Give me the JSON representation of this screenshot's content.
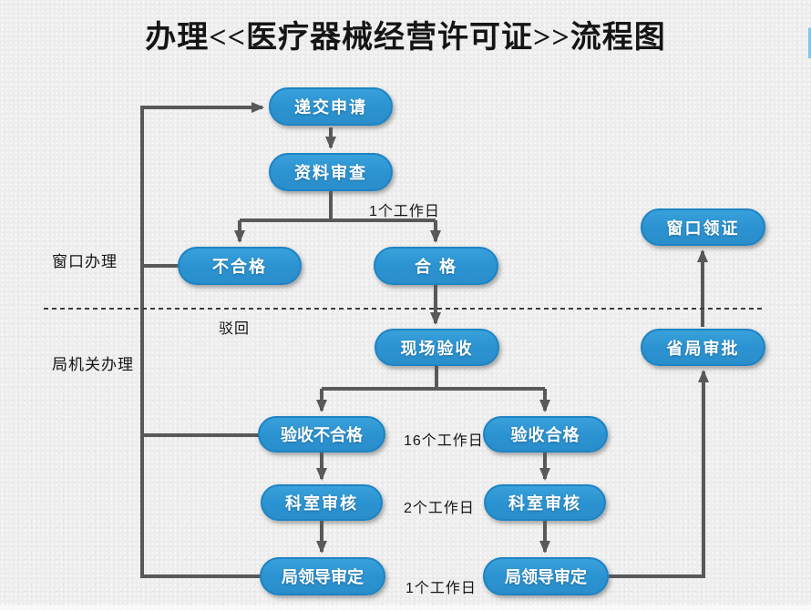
{
  "title": "办理<<医疗器械经营许可证>>流程图",
  "lanes": {
    "window": "窗口办理",
    "bureau": "局机关办理"
  },
  "nodes": {
    "submit": "递交申请",
    "review": "资料审查",
    "fail": "不合格",
    "pass": "合 格",
    "site_check": "现场验收",
    "site_fail": "验收不合格",
    "site_pass": "验收合格",
    "dept_left": "科室审核",
    "dept_right": "科室审核",
    "leader_left": "局领导审定",
    "leader_right": "局领导审定",
    "province": "省局审批",
    "collect": "窗口领证"
  },
  "edge_labels": {
    "review_days": "1个工作日",
    "reject": "驳回",
    "site_days": "16个工作日",
    "dept_days": "2个工作日",
    "leader_days": "1个工作日"
  },
  "colors": {
    "node_fill": "#2b92d1",
    "node_border": "#1d83c4",
    "connector": "#595959",
    "background": "#ecedec",
    "node_text": "#ffffff",
    "label_text": "#141414"
  }
}
